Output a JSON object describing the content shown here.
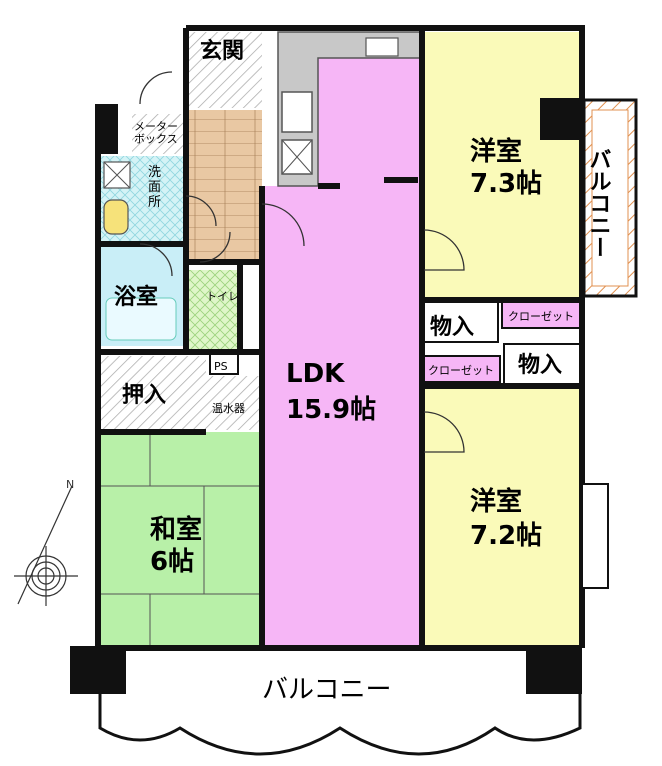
{
  "rooms": {
    "genkan": "玄関",
    "meter_box": "メーター\nボックス",
    "senmenjo": "洗\n面\n所",
    "yokushitsu": "浴室",
    "toilet": "トイレ",
    "oshiire": "押入",
    "ps": "PS",
    "onsuiki": "温水器",
    "washitsu_name": "和室",
    "washitsu_size": "6帖",
    "ldk_name": "LDK",
    "ldk_size": "15.9帖",
    "yoshitsu1_name": "洋室",
    "yoshitsu1_size": "7.3帖",
    "yoshitsu2_name": "洋室",
    "yoshitsu2_size": "7.2帖",
    "monoire1": "物入",
    "monoire2": "物入",
    "closet1": "クローゼット",
    "closet2": "クローゼット",
    "balcony_side": "バルコニー",
    "balcony_bottom": "バルコニー"
  },
  "compass": {
    "north_label": "N"
  },
  "colors": {
    "ldk": "#f6b6f6",
    "yoshitsu": "#fafab9",
    "washitsu": "#b8f0a8",
    "bath": "#c9eef7",
    "senmen": "#d8f4f6",
    "toilet": "#dcf6c8",
    "wood_floor": "#e9c8a3",
    "kitchen": "#c8c8c8",
    "balcony": "#ffffff",
    "wall": "#111111"
  }
}
